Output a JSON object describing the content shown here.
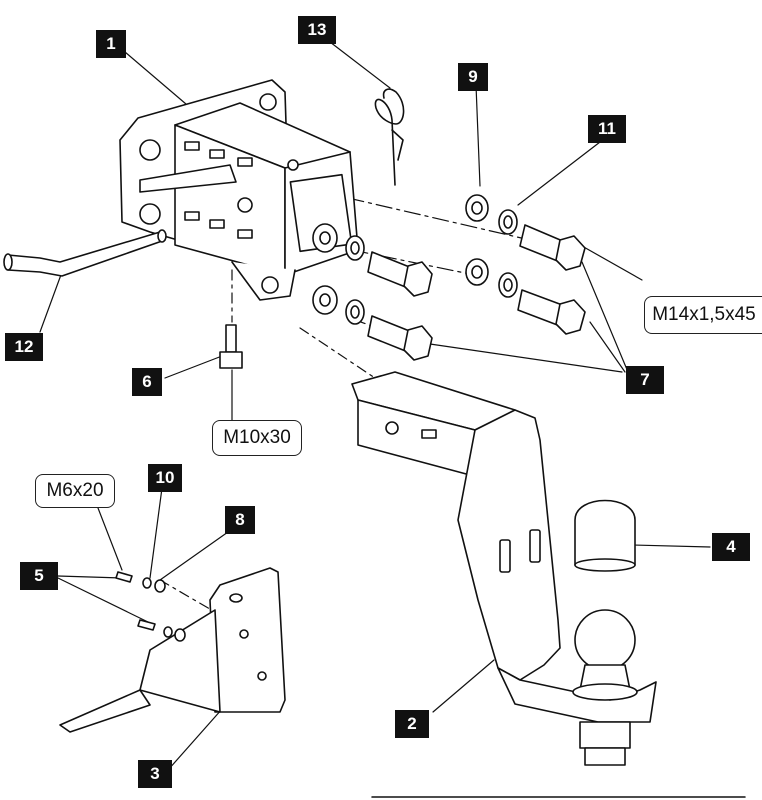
{
  "callouts": {
    "c1": "1",
    "c2": "2",
    "c3": "3",
    "c4": "4",
    "c5": "5",
    "c6": "6",
    "c7": "7",
    "c8": "8",
    "c9": "9",
    "c10": "10",
    "c11": "11",
    "c12": "12",
    "c13": "13"
  },
  "specs": {
    "bolt_m14": "M14x1,5x45",
    "bolt_m10": "M10x30",
    "bolt_m6": "M6x20"
  }
}
